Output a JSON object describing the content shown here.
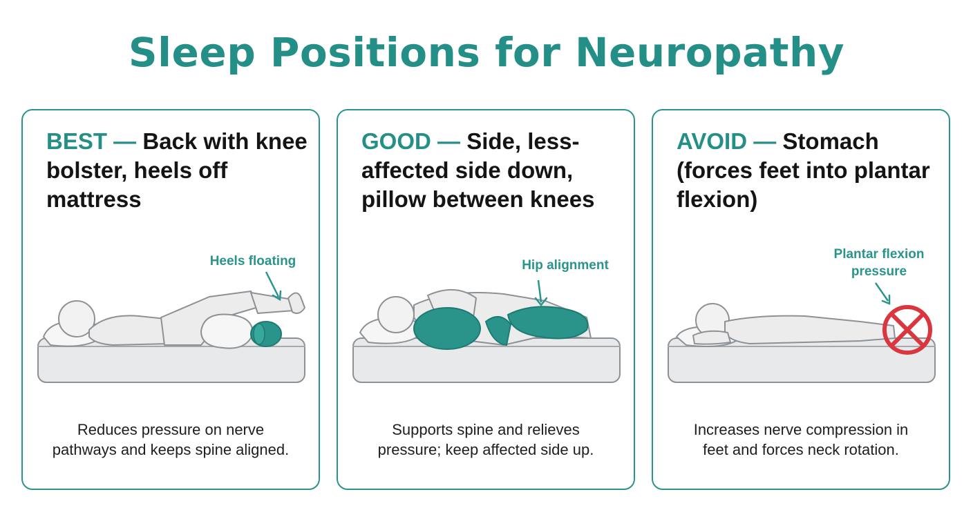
{
  "title": "Sleep Positions for Neuropathy",
  "accent_color": "#238f86",
  "avoid_color": "#d9363e",
  "cards": [
    {
      "tag": "BEST",
      "separator": " — ",
      "heading": "Back with knee bolster, heels off mattress",
      "callout": "Heels floating",
      "description_lines": [
        "Reduces pressure on nerve",
        "pathways and keeps spine aligned."
      ]
    },
    {
      "tag": "GOOD",
      "separator": " — ",
      "heading": "Side, less-affected side down, pillow between knees",
      "callout": "Hip alignment",
      "description_lines": [
        "Supports spine and relieves",
        "pressure; keep affected side up."
      ]
    },
    {
      "tag": "AVOID",
      "separator": " — ",
      "heading": "Stomach (forces feet into plantar flexion)",
      "callout_lines": [
        "Plantar flexion",
        "pressure"
      ],
      "description_lines": [
        "Increases nerve compression in",
        "feet and forces neck rotation."
      ]
    }
  ]
}
